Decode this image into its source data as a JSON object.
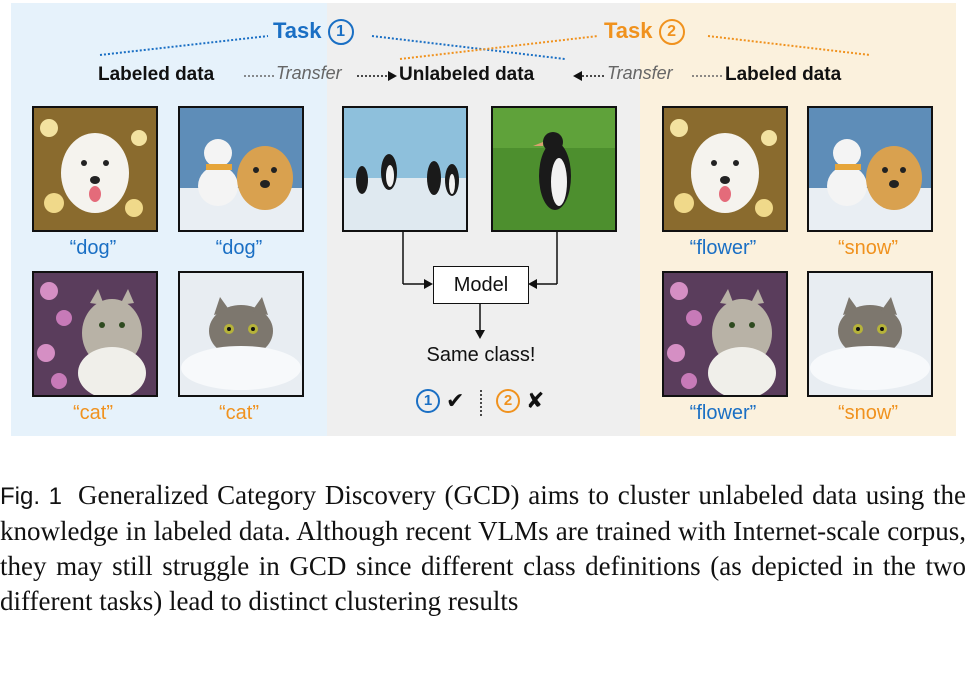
{
  "task1": {
    "label": "Task",
    "num": "1",
    "color": "#1a6fc4"
  },
  "task2": {
    "label": "Task",
    "num": "2",
    "color": "#f0921e"
  },
  "header": {
    "left_label": "Labeled data",
    "transfer_left": "Transfer",
    "center_label": "Unlabeled data",
    "transfer_right": "Transfer",
    "right_label": "Labeled data"
  },
  "left_captions": [
    "“dog”",
    "“dog”",
    "“cat”",
    "“cat”"
  ],
  "right_captions": [
    "“flower”",
    "“snow”",
    "“flower”",
    "“snow”"
  ],
  "model_label": "Model",
  "result_text": "Same class!",
  "marks": {
    "one": "1",
    "check": "✔",
    "two": "2",
    "cross": "✘"
  },
  "caption": {
    "fig_label": "Fig. 1",
    "text": "Generalized Category Discovery (GCD) aims to cluster unlabeled data using the knowledge in labeled data. Although recent VLMs are trained with Internet-scale corpus, they may still struggle in GCD since different class definitions (as depicted in the two different tasks) lead to distinct clustering results"
  },
  "colors": {
    "blue": "#1a6fc4",
    "orange": "#f0921e",
    "panel_left": "#e6f2fb",
    "panel_mid": "#efefef",
    "panel_right": "#fbf1dd"
  }
}
